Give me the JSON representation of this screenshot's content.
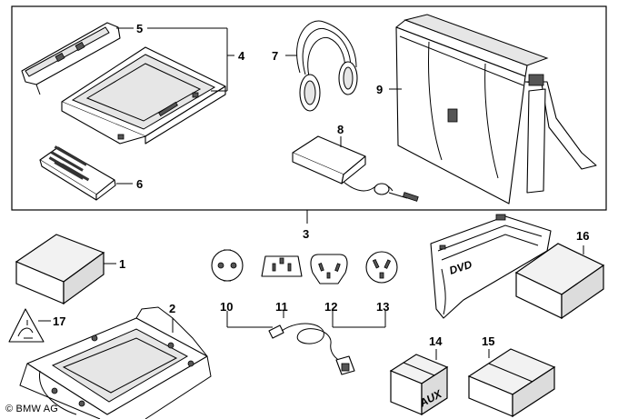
{
  "callouts": {
    "c1": "1",
    "c2": "2",
    "c3": "3",
    "c4": "4",
    "c5": "5",
    "c6": "6",
    "c7": "7",
    "c8": "8",
    "c9": "9",
    "c10": "10",
    "c11": "11",
    "c12": "12",
    "c13": "13",
    "c14": "14",
    "c15": "15",
    "c16": "16",
    "c17": "17"
  },
  "labels": {
    "dvd": "DVD",
    "aux": "AUX"
  },
  "copyright": "© BMW AG"
}
